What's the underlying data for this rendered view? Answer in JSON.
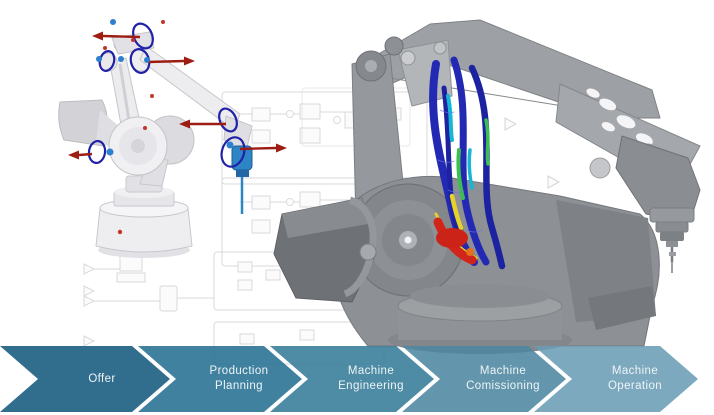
{
  "process_flow": {
    "steps": [
      {
        "label": "Offer",
        "color": "#15597c"
      },
      {
        "label": "Production Planning",
        "color": "#266f92"
      },
      {
        "label": "Machine Engineering",
        "color": "#367b97"
      },
      {
        "label": "Machine Comissioning",
        "color": "#4d88a1"
      },
      {
        "label": "Machine Operation",
        "color": "#6a9db5"
      }
    ],
    "label_color": "#eef4f7"
  },
  "illustration": {
    "background": "simulink-block-diagram-faint",
    "left_robot": "cad-robot-arm-multibody-model",
    "right_robot": "industrial-robot-arm-with-fea-dress-pack",
    "annotation_colors": {
      "joint_axis_ellipse": "#2020a8",
      "force_arrow": "#9d1d12",
      "tool": "#2e85c5"
    },
    "fea_colors": [
      "#2329b2",
      "#16b6d6",
      "#3bbf4e",
      "#e6d22b",
      "#d2251a"
    ]
  }
}
